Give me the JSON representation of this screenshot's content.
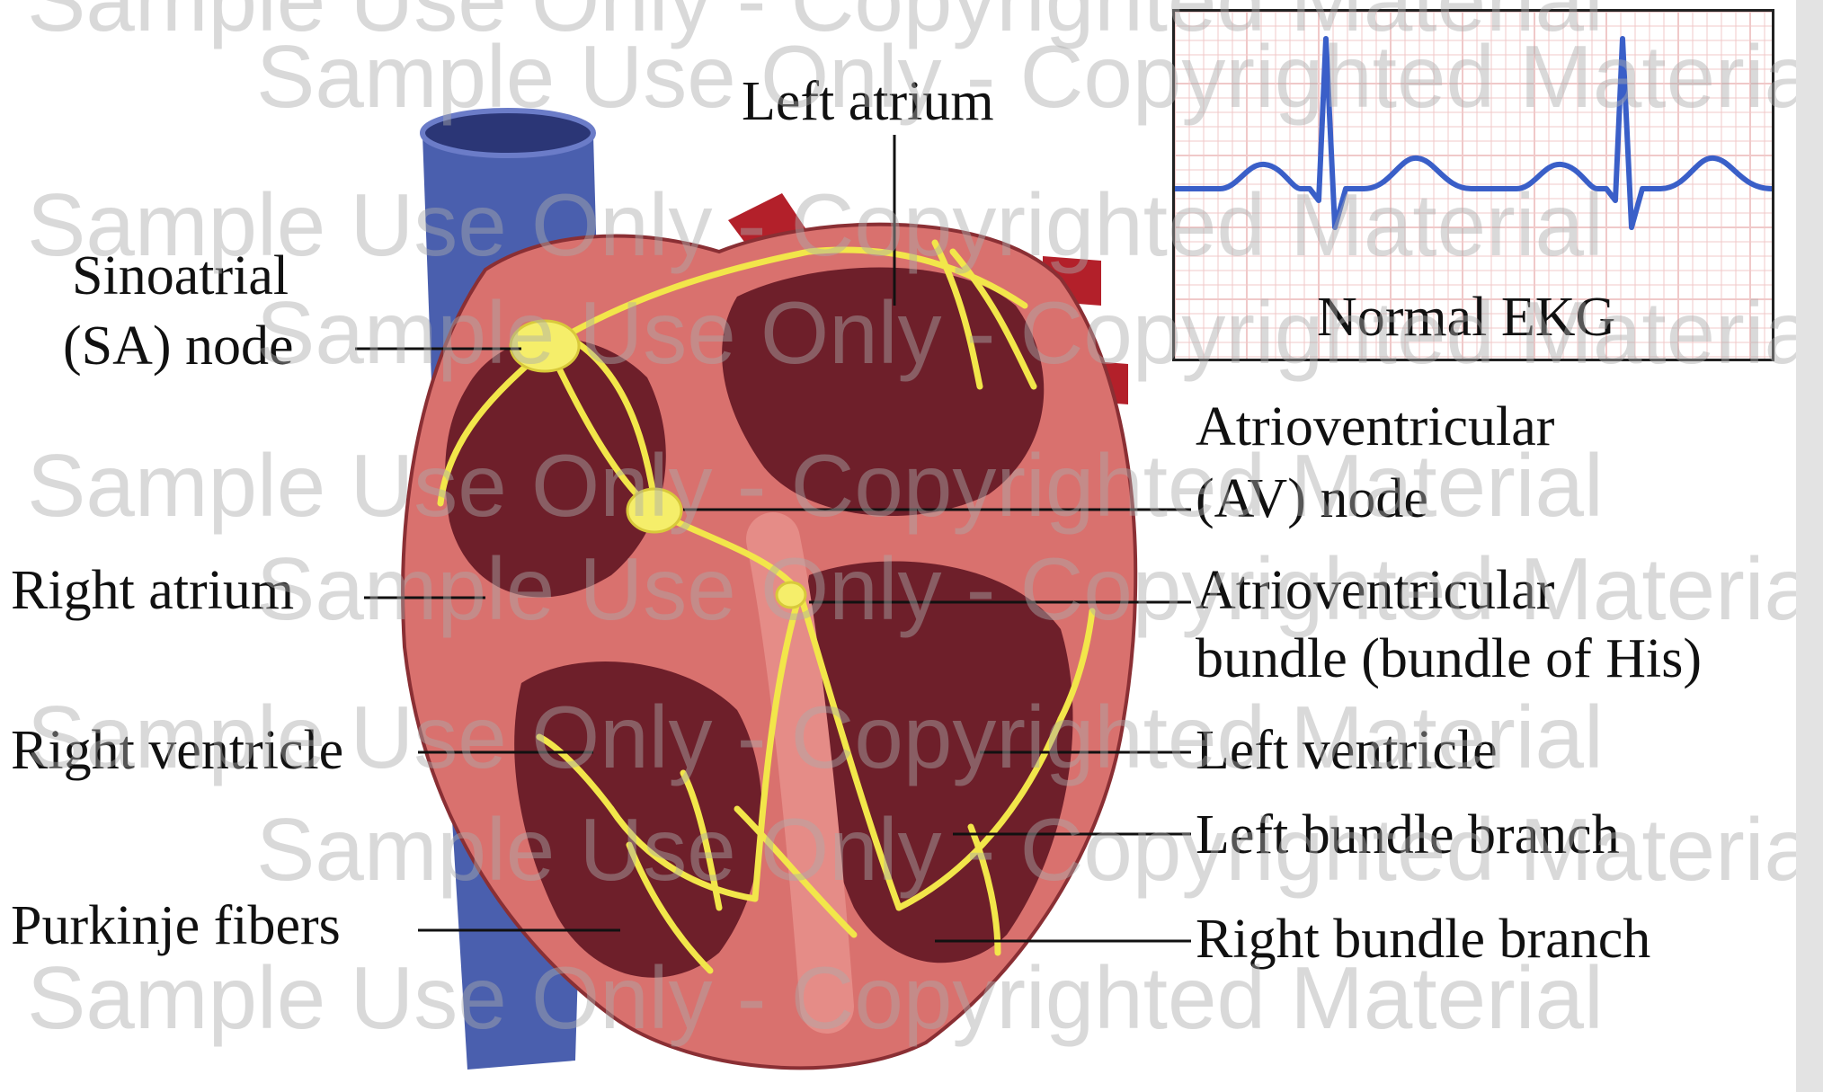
{
  "labels": {
    "left_atrium": "Left atrium",
    "sa_node_line1": "Sinoatrial",
    "sa_node_line2": "(SA) node",
    "av_node_line1": "Atrioventricular",
    "av_node_line2": "(AV) node",
    "right_atrium": "Right atrium",
    "av_bundle_line1": "Atrioventricular",
    "av_bundle_line2": "bundle (bundle of His)",
    "right_ventricle": "Right ventricle",
    "left_ventricle": "Left ventricle",
    "left_bundle_branch": "Left bundle branch",
    "purkinje_fibers": "Purkinje fibers",
    "right_bundle_branch": "Right bundle branch"
  },
  "ekg": {
    "title": "Normal EKG",
    "grid_color": "#f0c9c9",
    "trace_color": "#3a5fc8"
  },
  "watermark": {
    "line_a": "Sample Use Only - Copyrighted Material",
    "line_b": "Sample Use Only - Copyrighted Material",
    "line_c": "Sample Use Only - Copyrighted Material",
    "line_d": "Sample Use Only - Copyrighted Material",
    "line_e": "Sample Use Only - Copyrighted Material",
    "line_f": "Sample Use Only - Copyrighted Material",
    "line_g": "Sample Use Only - Copyrighted Material",
    "line_h": "Sample Use Only - Copyrighted Material",
    "line_i": "Sample Use Only - Copyrighted Material"
  },
  "colors": {
    "myocardium": "#d9716e",
    "chamber_interior": "#6e1f2a",
    "vena_cava": "#4a5fae",
    "conduction": "#f2e64a",
    "aorta": "#b3202a"
  }
}
